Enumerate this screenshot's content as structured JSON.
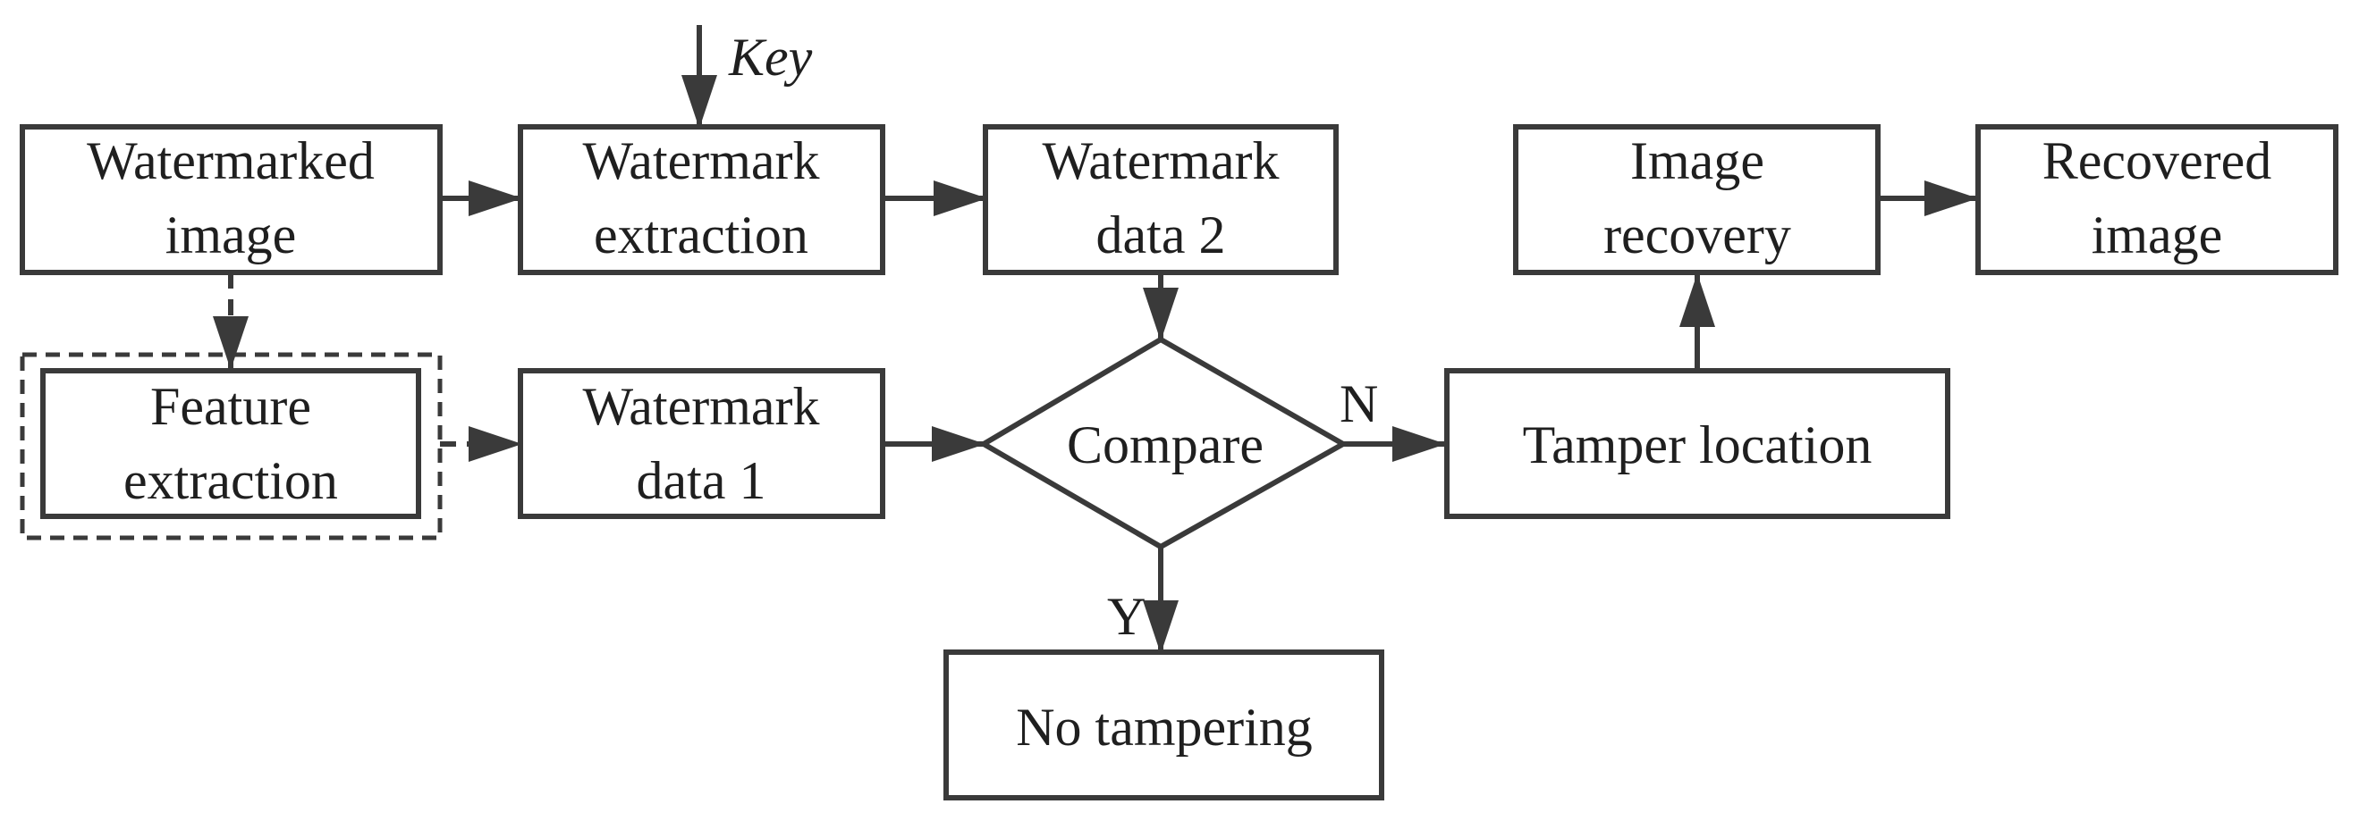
{
  "nodes": {
    "watermarked_image": [
      "Watermarked",
      "image"
    ],
    "watermark_extraction": [
      "Watermark",
      "extraction"
    ],
    "watermark_data_2": [
      "Watermark",
      "data 2"
    ],
    "feature_extraction": [
      "Feature",
      "extraction"
    ],
    "watermark_data_1": [
      "Watermark",
      "data 1"
    ],
    "compare": "Compare",
    "tamper_location": "Tamper location",
    "image_recovery": [
      "Image",
      "recovery"
    ],
    "recovered_image": [
      "Recovered",
      "image"
    ],
    "no_tampering": "No tampering"
  },
  "labels": {
    "key": "Key",
    "yes": "Y",
    "no": "N"
  },
  "colors": {
    "stroke": "#3a3a3a",
    "text": "#1f1f1f",
    "background": "#ffffff"
  }
}
